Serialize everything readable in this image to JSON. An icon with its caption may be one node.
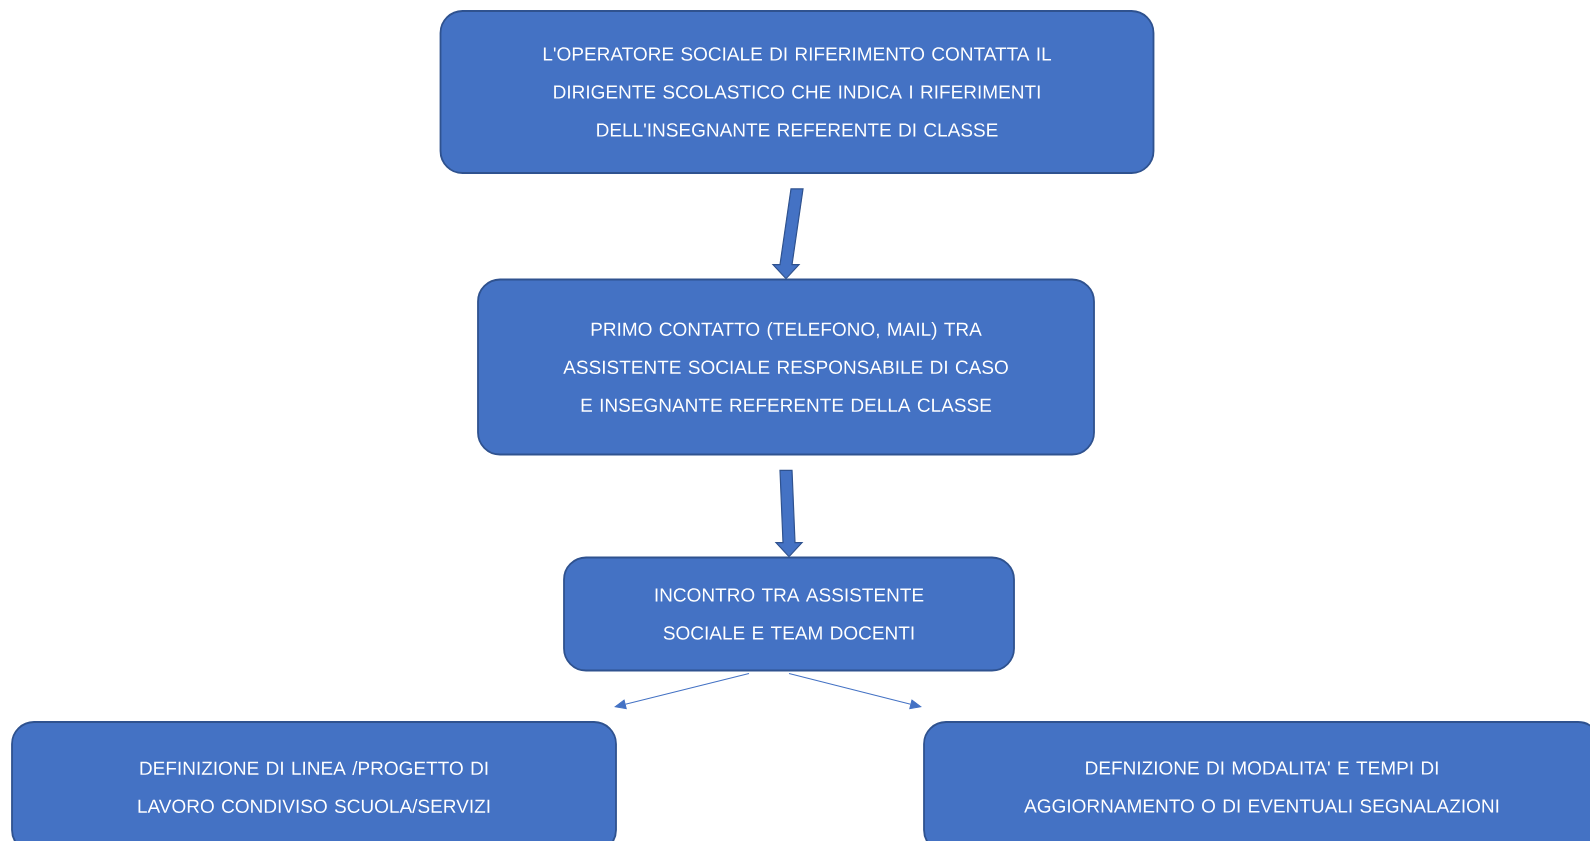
{
  "diagram": {
    "nodes": [
      {
        "text": [
          "L'OPERATORE SOCIALE DI RIFERIMENTO CONTATTA IL DIRIGENTE SCOLASTICO CHE INDICA I RIFERIMENTI DELL'INSEGNANTE REFERENTE DI CLASSE"
        ]
      },
      {
        "text": [
          "PRIMO CONTATTO (TELEFONO, MAIL) TRA ASSISTENTE SOCIALE RESPONSABILE DI CASO E INSEGNANTE REFERENTE DELLA CLASSE"
        ]
      },
      {
        "text": [
          "INCONTRO TRA ASSISTENTE SOCIALE E TEAM DOCENTI"
        ]
      },
      {
        "text": [
          "DEFINIZIONE DI LINEA /PROGETTO DI LAVORO CONDIVISO SCUOLA/SERVIZI"
        ]
      },
      {
        "text": [
          "DEFNIZIONE DI MODALITA' E TEMPI DI AGGIORNAMENTO O DI EVENTUALI SEGNALAZIONI"
        ]
      }
    ],
    "edges": [
      {
        "from": 0,
        "to": 1,
        "arrow": "to",
        "style": "thick"
      },
      {
        "from": 1,
        "to": 2,
        "arrow": "to",
        "style": "thick"
      },
      {
        "from": 2,
        "to": 3,
        "arrow": "to"
      },
      {
        "from": 2,
        "to": 4,
        "arrow": "to"
      }
    ]
  }
}
